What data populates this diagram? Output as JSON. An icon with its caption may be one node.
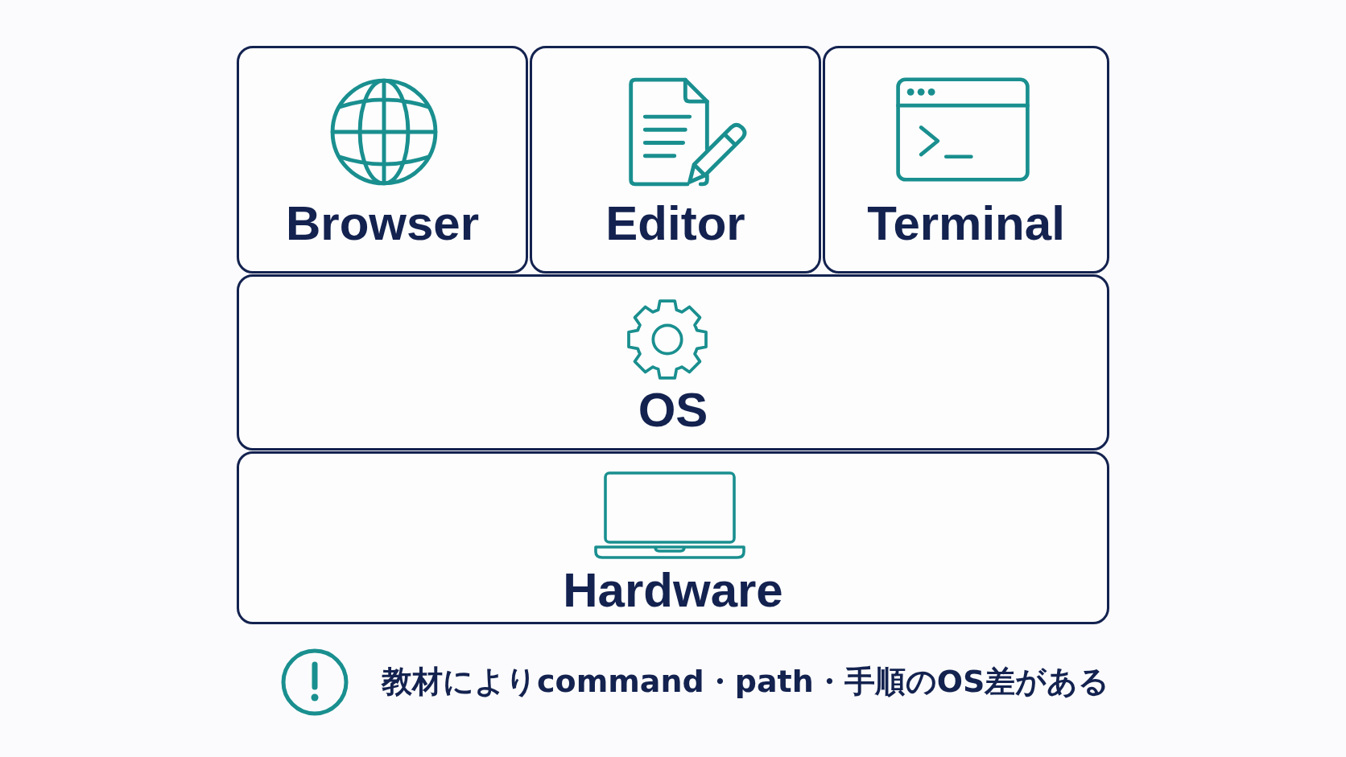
{
  "diagram": {
    "nodes": [
      {
        "text": [
          "Browser"
        ]
      },
      {
        "text": [
          "Editor"
        ]
      },
      {
        "text": [
          "Terminal"
        ]
      },
      {
        "text": [
          "OS"
        ]
      },
      {
        "text": [
          "Hardware"
        ]
      }
    ],
    "labels": [
      "教材によりcommand・path・手順のOS差がある"
    ]
  }
}
